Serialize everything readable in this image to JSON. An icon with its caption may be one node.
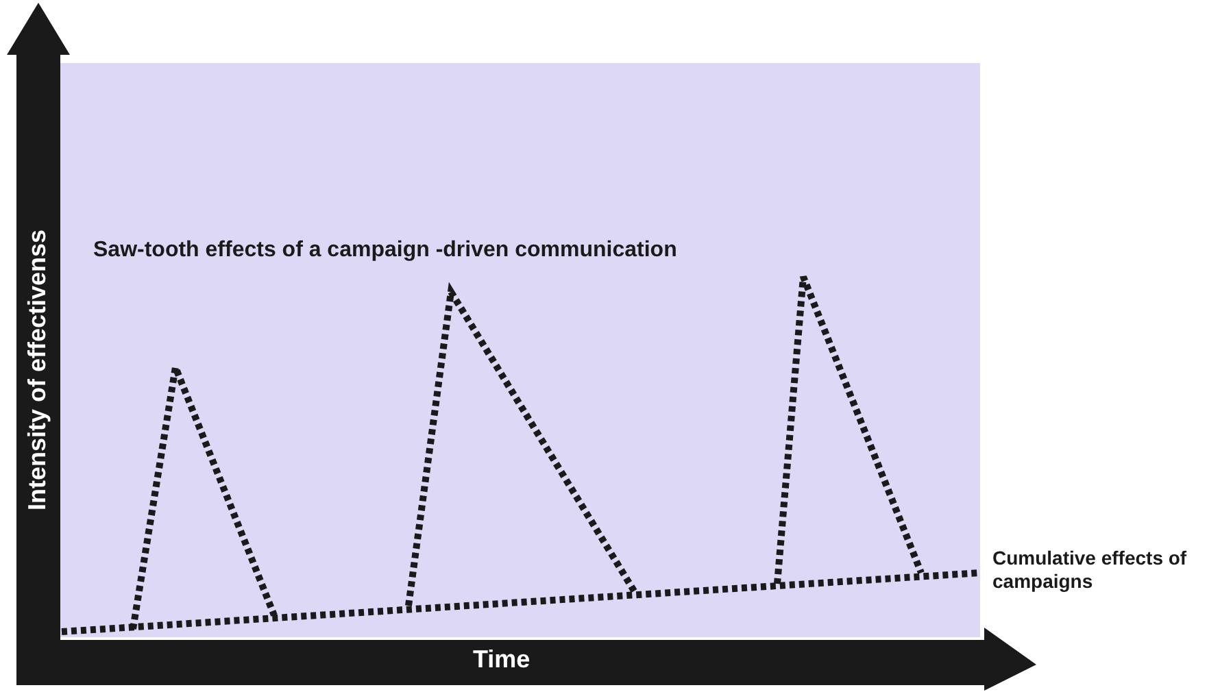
{
  "diagram": {
    "labels": [
      "Intensity of effectivenss",
      "Saw-tooth effects of a campaign -driven communication",
      "Cumulative effects of campaigns",
      "Time"
    ]
  }
}
